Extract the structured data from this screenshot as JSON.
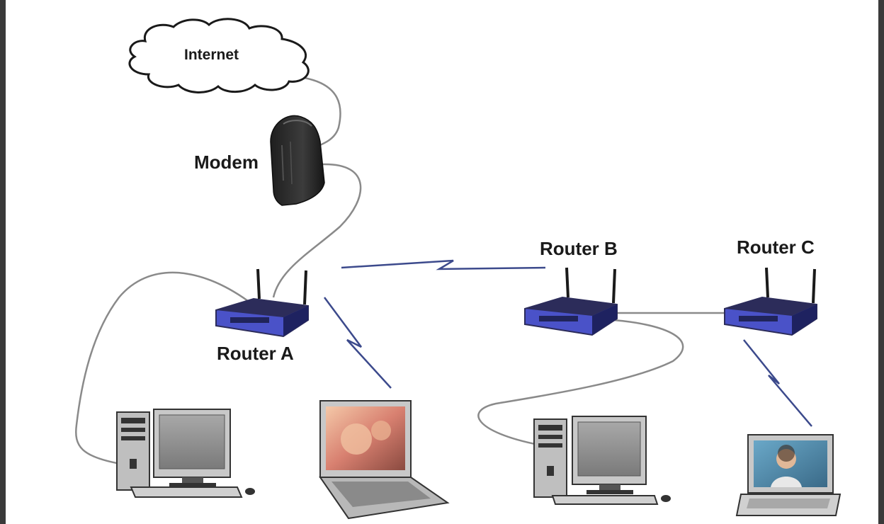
{
  "diagram": {
    "labels": {
      "internet": "Internet",
      "modem": "Modem",
      "router_a": "Router A",
      "router_b": "Router B",
      "router_c": "Router C"
    },
    "colors": {
      "background": "#ffffff",
      "frame": "#3a3a3a",
      "cable": "#8a8a8a",
      "wireless_link": "#3c4a8c",
      "router_body": "#4a52c8",
      "router_dark": "#2c2c5a",
      "modem_body": "#2b2b2b",
      "computer_case": "#bfbfbf",
      "monitor_frame": "#c8c8c8",
      "screen": "#9a9a9a"
    },
    "icons": [
      "cloud-icon",
      "modem-icon",
      "router-icon",
      "desktop-computer-icon",
      "laptop-icon",
      "wireless-signal-icon"
    ]
  }
}
